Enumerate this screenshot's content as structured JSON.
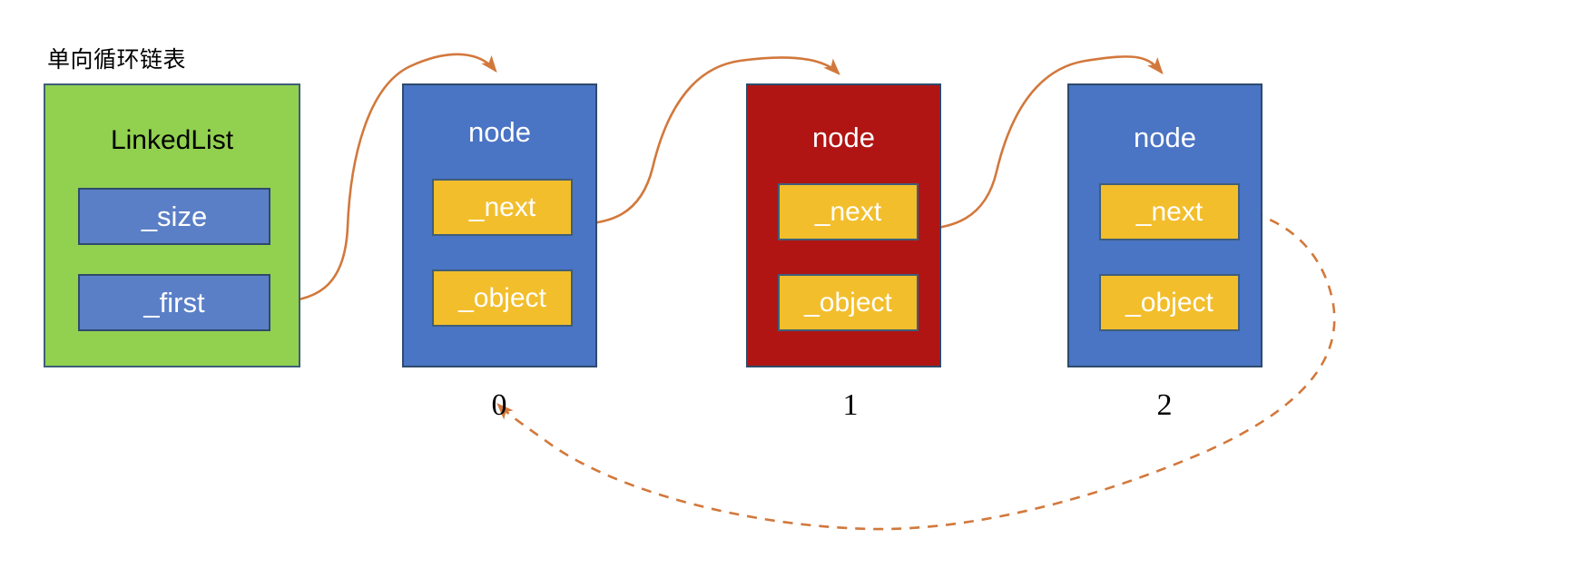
{
  "diagram": {
    "title": "单向循环链表",
    "colors": {
      "container_fill": "#92D050",
      "node_fill_normal": "#4A74C4",
      "node_fill_highlight": "#B01513",
      "field_fill": "#F2BE2C",
      "pointer_field_fill": "#5B7FC7",
      "border": "#2F4A6B",
      "arrow": "#D2783C",
      "background": "#FFFFFF"
    },
    "linkedlist": {
      "name": "LinkedList",
      "fields": [
        {
          "label": "_size"
        },
        {
          "label": "_first"
        }
      ]
    },
    "nodes": [
      {
        "title": "node",
        "index_label": "0",
        "fill": "blue",
        "fields": [
          {
            "label": "_next"
          },
          {
            "label": "_object"
          }
        ]
      },
      {
        "title": "node",
        "index_label": "1",
        "fill": "red",
        "fields": [
          {
            "label": "_next"
          },
          {
            "label": "_object"
          }
        ]
      },
      {
        "title": "node",
        "index_label": "2",
        "fill": "blue",
        "fields": [
          {
            "label": "_next"
          },
          {
            "label": "_object"
          }
        ]
      }
    ],
    "arrows": [
      {
        "name": "first-to-node0",
        "from": "_first",
        "to": "node 0",
        "style": "solid"
      },
      {
        "name": "node0-to-node1",
        "from": "node 0 _next",
        "to": "node 1",
        "style": "solid"
      },
      {
        "name": "node1-to-node2",
        "from": "node 1 _next",
        "to": "node 2",
        "style": "solid"
      },
      {
        "name": "node2-to-node0-circular",
        "from": "node 2 _next",
        "to": "node 0",
        "style": "dashed"
      }
    ]
  }
}
